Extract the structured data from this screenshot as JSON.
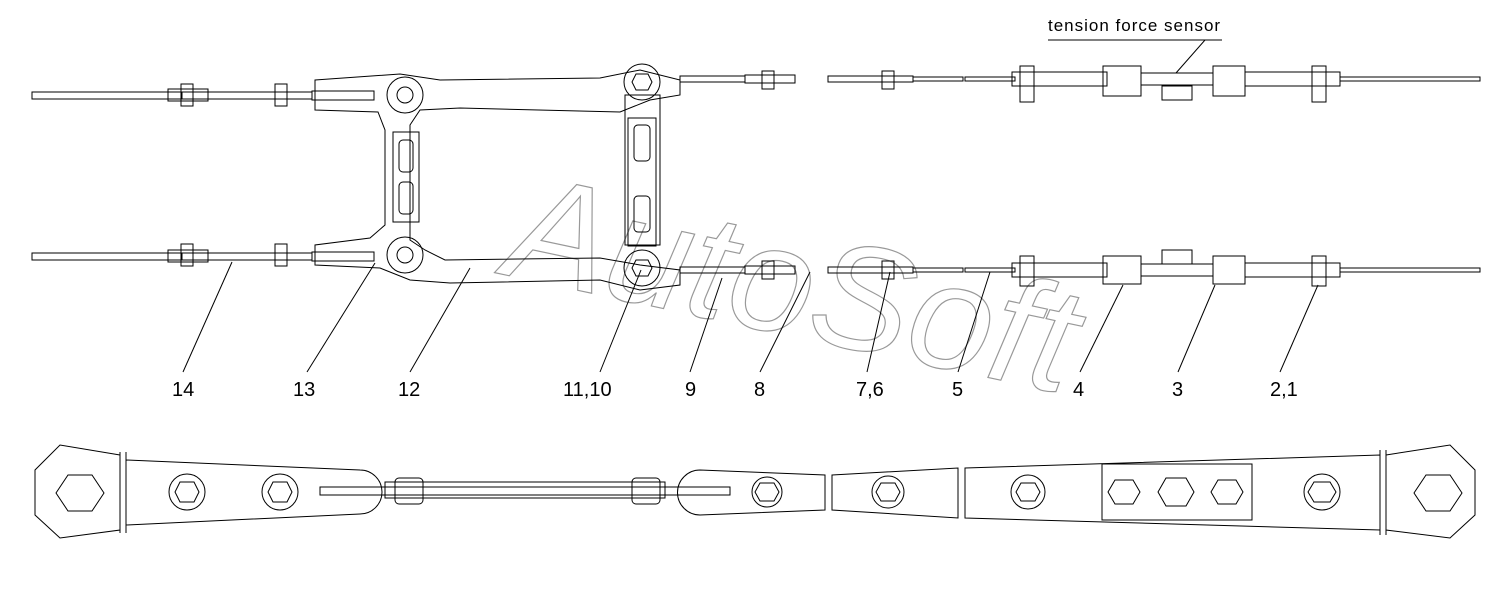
{
  "annotation": {
    "sensor_label": "tension force sensor"
  },
  "watermark": {
    "text": "AutoSoft"
  },
  "callouts": [
    "14",
    "13",
    "12",
    "11,10",
    "9",
    "8",
    "7,6",
    "5",
    "4",
    "3",
    "2,1"
  ]
}
